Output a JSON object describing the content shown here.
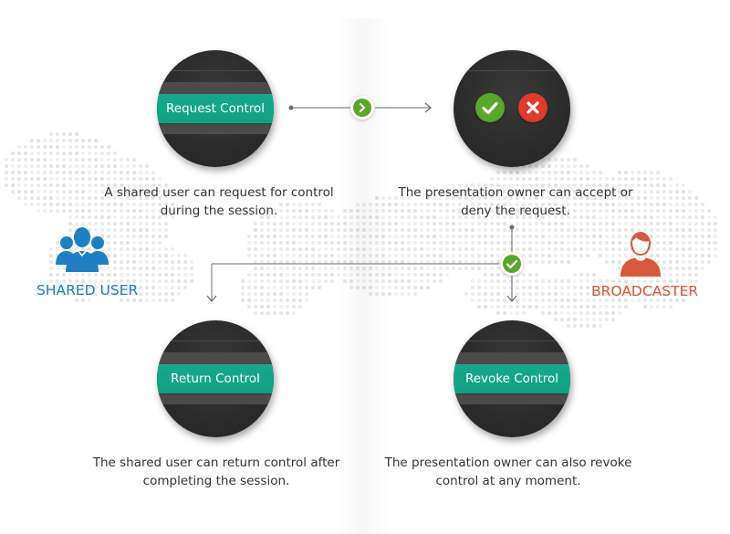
{
  "colors": {
    "teal": "#12a386",
    "node_dark": "#2b2b2b",
    "accept_green": "#5aa629",
    "deny_red": "#e03b2a",
    "shared_user_blue": "#1f7fc4",
    "broadcaster_orange": "#d9573a",
    "text": "#333333",
    "connector": "#6b6b6b"
  },
  "roles": {
    "shared_user": {
      "label": "SHARED USER",
      "icon": "users-group-icon"
    },
    "broadcaster": {
      "label": "BROADCASTER",
      "icon": "user-icon"
    }
  },
  "nodes": {
    "request": {
      "label": "Request Control",
      "description_line1": "A shared user can request for control",
      "description_line2": "during the session."
    },
    "decision": {
      "accept_icon": "check-icon",
      "deny_icon": "close-icon",
      "description_line1": "The presentation owner can accept or",
      "description_line2": "deny the request."
    },
    "return": {
      "label": "Return Control",
      "description_line1": "The shared user can return control after",
      "description_line2": "completing the session."
    },
    "revoke": {
      "label": "Revoke Control",
      "description_line1": "The presentation owner can also revoke",
      "description_line2": "control at any moment."
    }
  },
  "connectors": {
    "request_to_decision_badge": "chevron-right-icon",
    "decision_to_branches_badge": "check-icon"
  }
}
